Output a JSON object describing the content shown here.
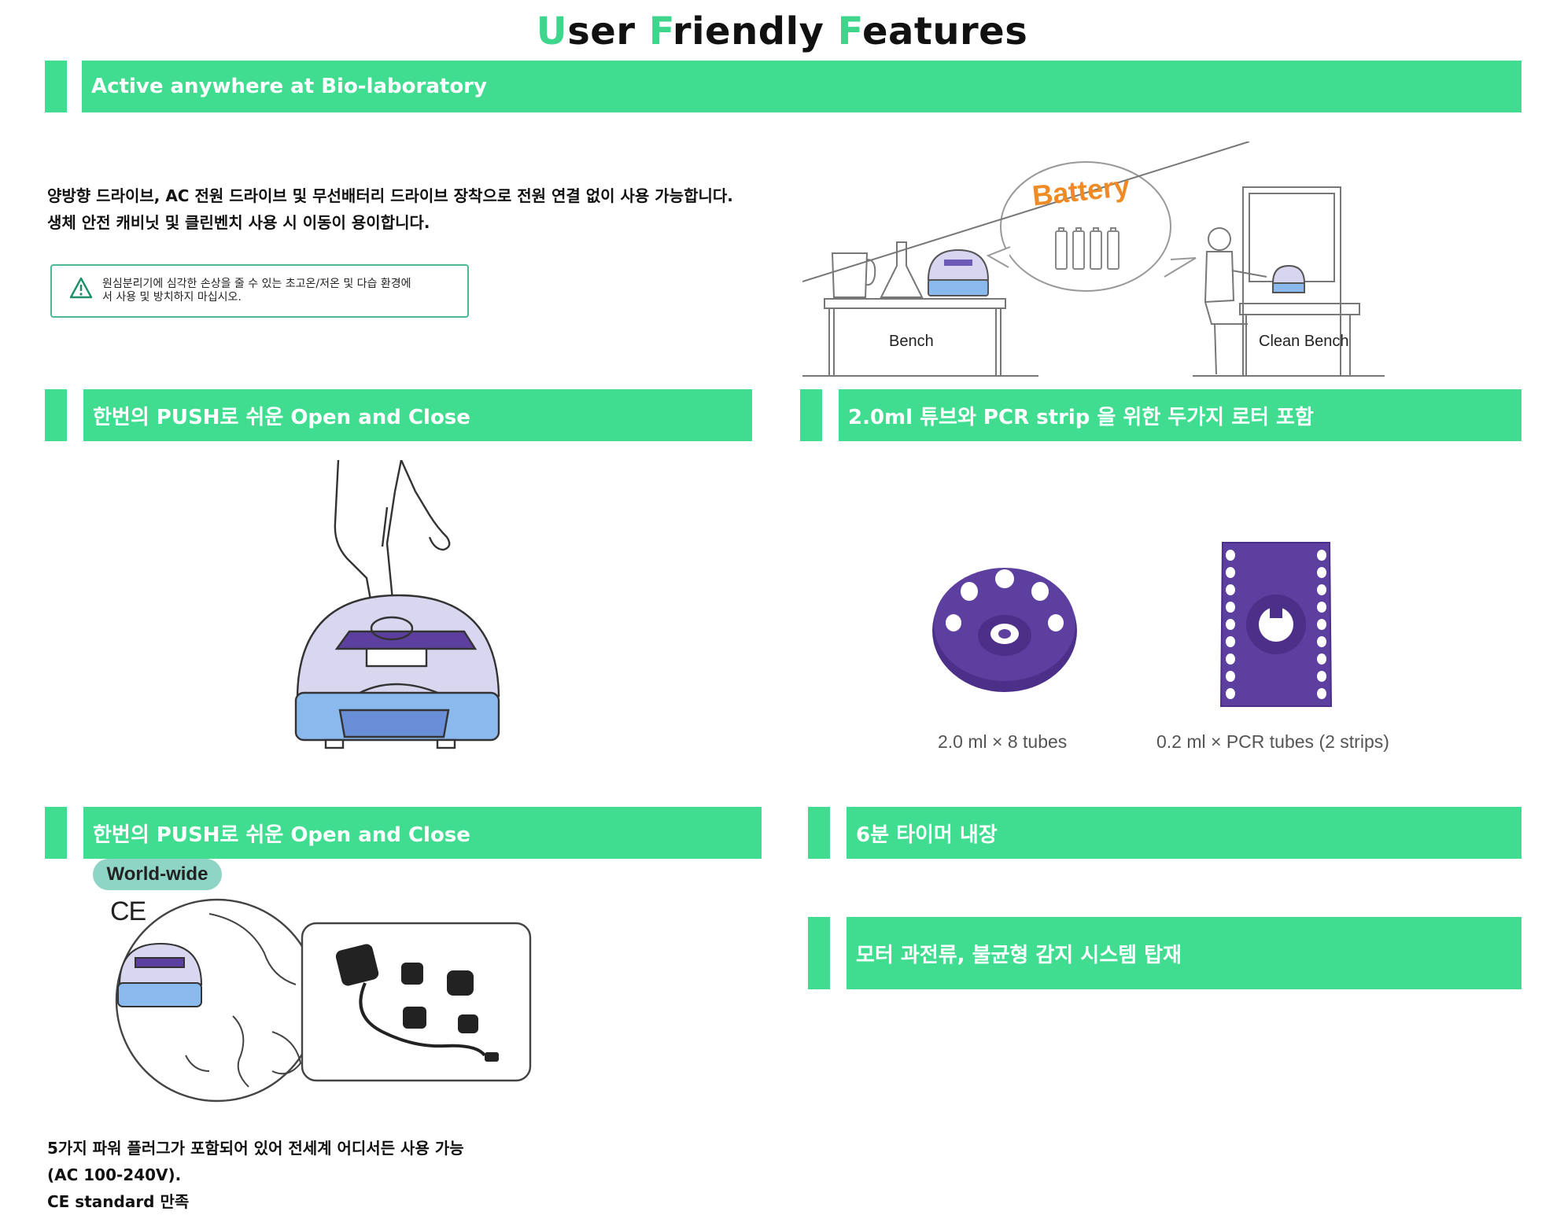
{
  "title": {
    "u": "U",
    "ser": "ser ",
    "f": "F",
    "riendly": "riendly ",
    "f2": "F",
    "eatures": "eatures"
  },
  "section1": {
    "header": "Active anywhere at Bio-laboratory",
    "line1": "양방향 드라이브, AC 전원 드라이브 및 무선배터리 드라이브 장착으로 전원 연결 없이 사용 가능합니다.",
    "line2": "생체 안전 캐비닛 및 클린벤치 사용 시 이동이 용이합니다.",
    "warning_line1": "원심분리기에 심각한 손상을 줄 수 있는 초고온/저온 및 다습 환경에",
    "warning_line2": "서 사용 및 방치하지 마십시오.",
    "bubble_text": "Battery",
    "bench_label": "Bench",
    "clean_bench_label": "Clean Bench"
  },
  "section2": {
    "header": "한번의 PUSH로 쉬운 Open and Close"
  },
  "section3": {
    "header": "2.0ml 튜브와 PCR strip 을 위한 두가지 로터 포함",
    "caption1": "2.0 ml × 8 tubes",
    "caption2": "0.2 ml × PCR tubes (2 strips)"
  },
  "section4": {
    "header": "한번의 PUSH로 쉬운 Open and Close",
    "badge": "World-wide",
    "ce": "CE",
    "line1": "5가지 파워 플러그가 포함되어 있어 전세계 어디서든 사용 가능",
    "line2": "(AC 100-240V).",
    "line3": "CE standard 만족"
  },
  "section5": {
    "header": "6분 타이머 내장"
  },
  "section6": {
    "header": "모터 과전류, 불균형 감지 시스템 탑재"
  },
  "colors": {
    "accent": "#40dd90",
    "rotor": "#5c3f9e",
    "device_blue": "#8ab9ee",
    "device_lilac": "#c9c6ea"
  }
}
